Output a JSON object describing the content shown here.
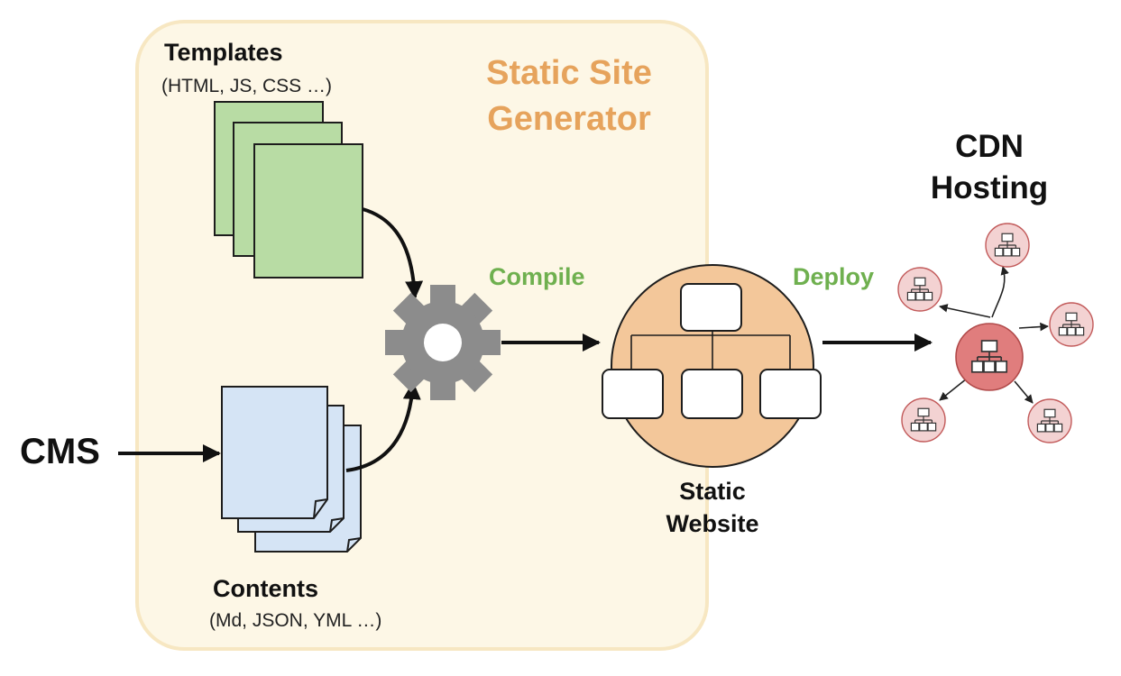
{
  "colors": {
    "ssg_panel_fill": "#fdf7e6",
    "ssg_panel_border": "#f7e7c2",
    "ssg_title": "#e6a35c",
    "template_fill": "#b8dca4",
    "template_stroke": "#1d1d1d",
    "content_fill": "#d5e4f5",
    "gear": "#8c8c8c",
    "website_circle": "#f3c79a",
    "website_circle_stroke": "#1d1d1d",
    "cdn_center_fill": "#e07d7d",
    "cdn_node_fill": "#f3d2d2",
    "cdn_node_stroke": "#c25a5a",
    "step_label": "#6fb04f"
  },
  "labels": {
    "templates_title": "Templates",
    "templates_types": "(HTML, JS, CSS …)",
    "ssg_title_line1": "Static Site",
    "ssg_title_line2": "Generator",
    "compile": "Compile",
    "deploy": "Deploy",
    "cdn_line1": "CDN",
    "cdn_line2": "Hosting",
    "cms": "CMS",
    "contents_title": "Contents",
    "contents_types": "(Md, JSON, YML …)",
    "website_line1": "Static",
    "website_line2": "Website"
  },
  "icons": {
    "templates": "stacked-document-icon",
    "contents": "stacked-document-icon",
    "compiler": "gear-icon",
    "website": "sitemap-icon",
    "cdn": "network-node-icon"
  }
}
